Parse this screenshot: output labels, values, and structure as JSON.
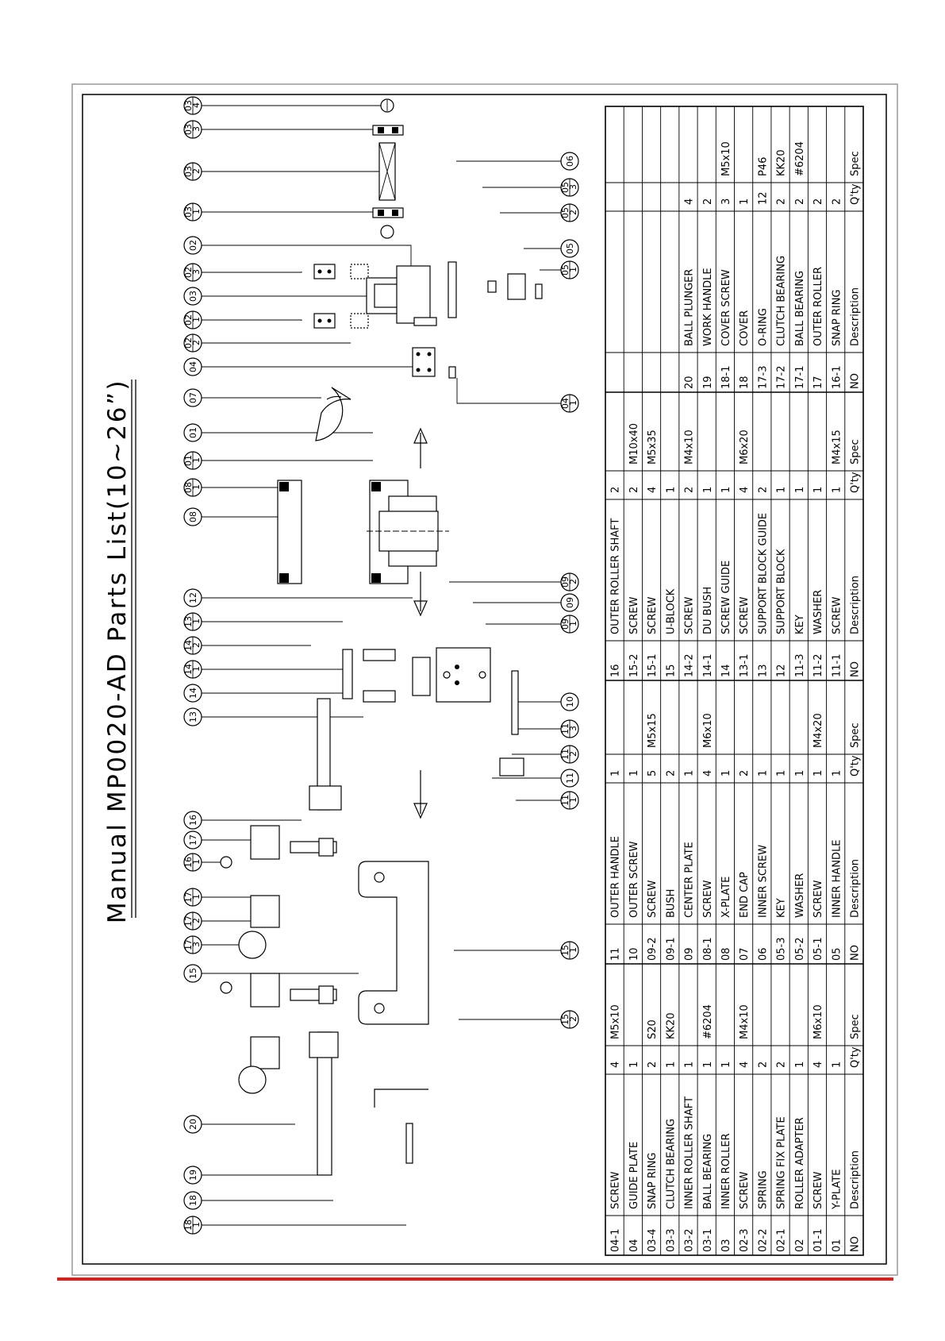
{
  "title": "Manual MP0020-AD Parts List(10~26”)",
  "accent_color": "#e41b17",
  "table_headers": {
    "no": "NO",
    "description": "Description",
    "qty": "Q'ty",
    "spec": "Spec"
  },
  "parts_col1": [
    {
      "no": "01",
      "desc": "Y-PLATE",
      "qty": "1",
      "spec": ""
    },
    {
      "no": "01-1",
      "desc": "SCREW",
      "qty": "4",
      "spec": "M6x10"
    },
    {
      "no": "02",
      "desc": "ROLLER ADAPTER",
      "qty": "1",
      "spec": ""
    },
    {
      "no": "02-1",
      "desc": "SPRING FIX PLATE",
      "qty": "2",
      "spec": ""
    },
    {
      "no": "02-2",
      "desc": "SPRING",
      "qty": "2",
      "spec": ""
    },
    {
      "no": "02-3",
      "desc": "SCREW",
      "qty": "4",
      "spec": "M4x10"
    },
    {
      "no": "03",
      "desc": "INNER ROLLER",
      "qty": "1",
      "spec": ""
    },
    {
      "no": "03-1",
      "desc": "BALL BEARING",
      "qty": "1",
      "spec": "#6204"
    },
    {
      "no": "03-2",
      "desc": "INNER ROLLER SHAFT",
      "qty": "1",
      "spec": ""
    },
    {
      "no": "03-3",
      "desc": "CLUTCH BEARING",
      "qty": "1",
      "spec": "KK20"
    },
    {
      "no": "03-4",
      "desc": "SNAP RING",
      "qty": "2",
      "spec": "S20"
    },
    {
      "no": "04",
      "desc": "GUIDE PLATE",
      "qty": "1",
      "spec": ""
    },
    {
      "no": "04-1",
      "desc": "SCREW",
      "qty": "4",
      "spec": "M5x10"
    }
  ],
  "parts_col2": [
    {
      "no": "05",
      "desc": "INNER HANDLE",
      "qty": "1",
      "spec": ""
    },
    {
      "no": "05-1",
      "desc": "SCREW",
      "qty": "1",
      "spec": "M4x20"
    },
    {
      "no": "05-2",
      "desc": "WASHER",
      "qty": "1",
      "spec": ""
    },
    {
      "no": "05-3",
      "desc": "KEY",
      "qty": "1",
      "spec": ""
    },
    {
      "no": "06",
      "desc": "INNER SCREW",
      "qty": "1",
      "spec": ""
    },
    {
      "no": "07",
      "desc": "END CAP",
      "qty": "2",
      "spec": ""
    },
    {
      "no": "08",
      "desc": "X-PLATE",
      "qty": "1",
      "spec": ""
    },
    {
      "no": "08-1",
      "desc": "SCREW",
      "qty": "4",
      "spec": "M6x10"
    },
    {
      "no": "09",
      "desc": "CENTER PLATE",
      "qty": "1",
      "spec": ""
    },
    {
      "no": "09-1",
      "desc": "BUSH",
      "qty": "2",
      "spec": ""
    },
    {
      "no": "09-2",
      "desc": "SCREW",
      "qty": "5",
      "spec": "M5x15"
    },
    {
      "no": "10",
      "desc": "OUTER SCREW",
      "qty": "1",
      "spec": ""
    },
    {
      "no": "11",
      "desc": "OUTER HANDLE",
      "qty": "1",
      "spec": ""
    }
  ],
  "parts_col3": [
    {
      "no": "11-1",
      "desc": "SCREW",
      "qty": "1",
      "spec": "M4x15"
    },
    {
      "no": "11-2",
      "desc": "WASHER",
      "qty": "1",
      "spec": ""
    },
    {
      "no": "11-3",
      "desc": "KEY",
      "qty": "1",
      "spec": ""
    },
    {
      "no": "12",
      "desc": "SUPPORT BLOCK",
      "qty": "1",
      "spec": ""
    },
    {
      "no": "13",
      "desc": "SUPPORT BLOCK GUIDE",
      "qty": "2",
      "spec": ""
    },
    {
      "no": "13-1",
      "desc": "SCREW",
      "qty": "4",
      "spec": "M6x20"
    },
    {
      "no": "14",
      "desc": "SCREW GUIDE",
      "qty": "1",
      "spec": ""
    },
    {
      "no": "14-1",
      "desc": "DU BUSH",
      "qty": "1",
      "spec": ""
    },
    {
      "no": "14-2",
      "desc": "SCREW",
      "qty": "2",
      "spec": "M4x10"
    },
    {
      "no": "15",
      "desc": "U-BLOCK",
      "qty": "1",
      "spec": ""
    },
    {
      "no": "15-1",
      "desc": "SCREW",
      "qty": "4",
      "spec": "M5x35"
    },
    {
      "no": "15-2",
      "desc": "SCREW",
      "qty": "2",
      "spec": "M10x40"
    },
    {
      "no": "16",
      "desc": "OUTER ROLLER SHAFT",
      "qty": "2",
      "spec": ""
    }
  ],
  "parts_col4": [
    {
      "no": "16-1",
      "desc": "SNAP RING",
      "qty": "2",
      "spec": ""
    },
    {
      "no": "17",
      "desc": "OUTER ROLLER",
      "qty": "2",
      "spec": ""
    },
    {
      "no": "17-1",
      "desc": "BALL BEARING",
      "qty": "2",
      "spec": "#6204"
    },
    {
      "no": "17-2",
      "desc": "CLUTCH BEARING",
      "qty": "2",
      "spec": "KK20"
    },
    {
      "no": "17-3",
      "desc": "O-RING",
      "qty": "12",
      "spec": "P46"
    },
    {
      "no": "18",
      "desc": "COVER",
      "qty": "1",
      "spec": ""
    },
    {
      "no": "18-1",
      "desc": "COVER SCREW",
      "qty": "3",
      "spec": "M5x10"
    },
    {
      "no": "19",
      "desc": "WORK HANDLE",
      "qty": "2",
      "spec": ""
    },
    {
      "no": "20",
      "desc": "BALL PLUNGER",
      "qty": "4",
      "spec": ""
    }
  ],
  "balloons_top": [
    {
      "t": "03",
      "b": "4"
    },
    {
      "t": "03",
      "b": "3"
    },
    {
      "t": "03",
      "b": "2"
    },
    {
      "t": "03",
      "b": "1"
    },
    {
      "t": "02",
      "b": ""
    },
    {
      "t": "02",
      "b": "3"
    },
    {
      "t": "03",
      "b": ""
    },
    {
      "t": "02",
      "b": "1"
    },
    {
      "t": "02",
      "b": "2"
    },
    {
      "t": "04",
      "b": ""
    },
    {
      "t": "07",
      "b": ""
    },
    {
      "t": "01",
      "b": ""
    },
    {
      "t": "01",
      "b": "1"
    },
    {
      "t": "08",
      "b": "1"
    },
    {
      "t": "08",
      "b": ""
    },
    {
      "t": "12",
      "b": ""
    },
    {
      "t": "13",
      "b": "1"
    },
    {
      "t": "14",
      "b": "2"
    },
    {
      "t": "14",
      "b": "1"
    },
    {
      "t": "14",
      "b": ""
    },
    {
      "t": "13",
      "b": ""
    },
    {
      "t": "16",
      "b": ""
    },
    {
      "t": "17",
      "b": ""
    },
    {
      "t": "16",
      "b": "1"
    },
    {
      "t": "17",
      "b": "1"
    },
    {
      "t": "17",
      "b": "2"
    },
    {
      "t": "17",
      "b": "3"
    },
    {
      "t": "15",
      "b": ""
    },
    {
      "t": "20",
      "b": ""
    },
    {
      "t": "19",
      "b": ""
    },
    {
      "t": "18",
      "b": ""
    },
    {
      "t": "18",
      "b": "1"
    }
  ],
  "balloons_right": [
    {
      "t": "06",
      "b": ""
    },
    {
      "t": "05",
      "b": "3"
    },
    {
      "t": "05",
      "b": "2"
    },
    {
      "t": "05",
      "b": ""
    },
    {
      "t": "05",
      "b": "1"
    },
    {
      "t": "04",
      "b": "1"
    }
  ],
  "balloons_mid": [
    {
      "t": "09",
      "b": "2"
    },
    {
      "t": "09",
      "b": ""
    },
    {
      "t": "09",
      "b": "1"
    },
    {
      "t": "10",
      "b": ""
    },
    {
      "t": "11",
      "b": "3"
    },
    {
      "t": "11",
      "b": "2"
    },
    {
      "t": "11",
      "b": ""
    },
    {
      "t": "11",
      "b": "1"
    },
    {
      "t": "15",
      "b": "1"
    },
    {
      "t": "15",
      "b": "2"
    }
  ]
}
